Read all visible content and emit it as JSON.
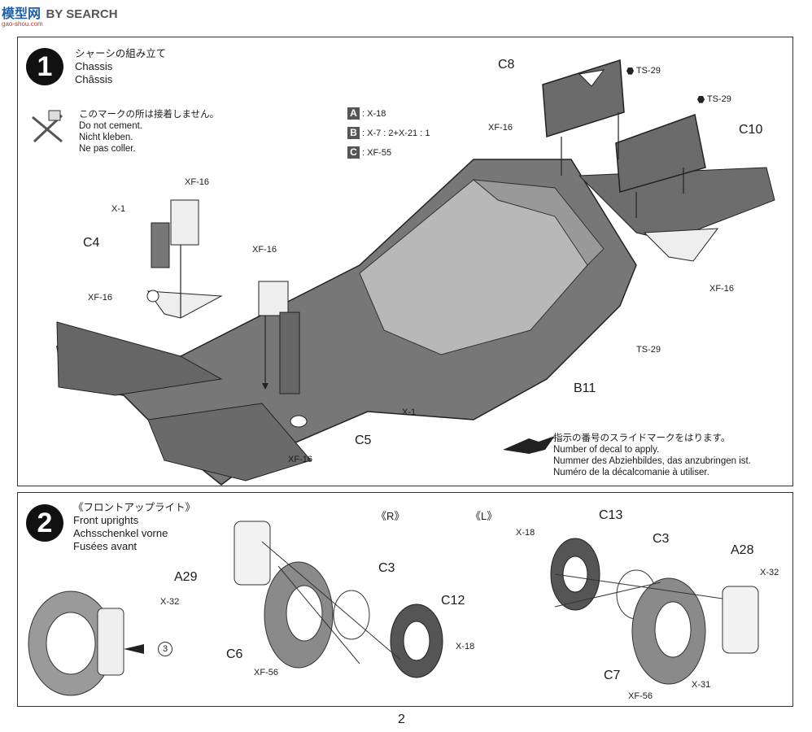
{
  "site": {
    "logo_chars": "模型网",
    "logo_sub": "gao-shou.com",
    "logo_search": "BY SEARCH"
  },
  "step1": {
    "number": "1",
    "title_jp": "シャーシの組み立て",
    "title_en": "Chassis",
    "title_fr": "Châssis",
    "cement_note": {
      "jp": "このマークの所は接着しません。",
      "en": "Do not cement.",
      "de": "Nicht kleben.",
      "fr": "Ne pas coller."
    },
    "paints": [
      {
        "key": "A",
        "value": ": X-18"
      },
      {
        "key": "B",
        "value": ": X-7 : 2+X-21 : 1"
      },
      {
        "key": "C",
        "value": ": XF-55"
      }
    ],
    "labels": {
      "c8": "C8",
      "ts29_a": "TS-29",
      "ts29_b": "TS-29",
      "c10": "C10",
      "xf16_top": "XF-16",
      "xf16_shock1": "XF-16",
      "x1_a": "X-1",
      "c4": "C4",
      "xf16_left": "XF-16",
      "xf16_shock2": "XF-16",
      "xf16_right": "XF-16",
      "ts29_c": "TS-29",
      "b11": "B11",
      "x1_b": "X-1",
      "c5": "C5",
      "xf16_bottom": "XF-16"
    },
    "decal_note": {
      "jp": "指示の番号のスライドマークをはります。",
      "en": "Number of decal to apply.",
      "de": "Nummer des Abziehbildes, das anzubringen ist.",
      "fr": "Numéro de la décalcomanie à utiliser."
    }
  },
  "step2": {
    "number": "2",
    "title_jp": "《フロントアップライト》",
    "title_en": "Front uprights",
    "title_de": "Achsschenkel vorne",
    "title_fr": "Fusées avant",
    "side_r": "《R》",
    "side_l": "《L》",
    "labels": {
      "a29": "A29",
      "x32_a": "X-32",
      "c3_r": "C3",
      "c12": "C12",
      "x18_r": "X-18",
      "c6": "C6",
      "xf56_r": "XF-56",
      "decal_ref": "3",
      "x18_l": "X-18",
      "c13": "C13",
      "c3_l": "C3",
      "a28": "A28",
      "x32_b": "X-32",
      "c7": "C7",
      "xf56_l": "XF-56",
      "x31": "X-31"
    }
  },
  "page_number": "2"
}
